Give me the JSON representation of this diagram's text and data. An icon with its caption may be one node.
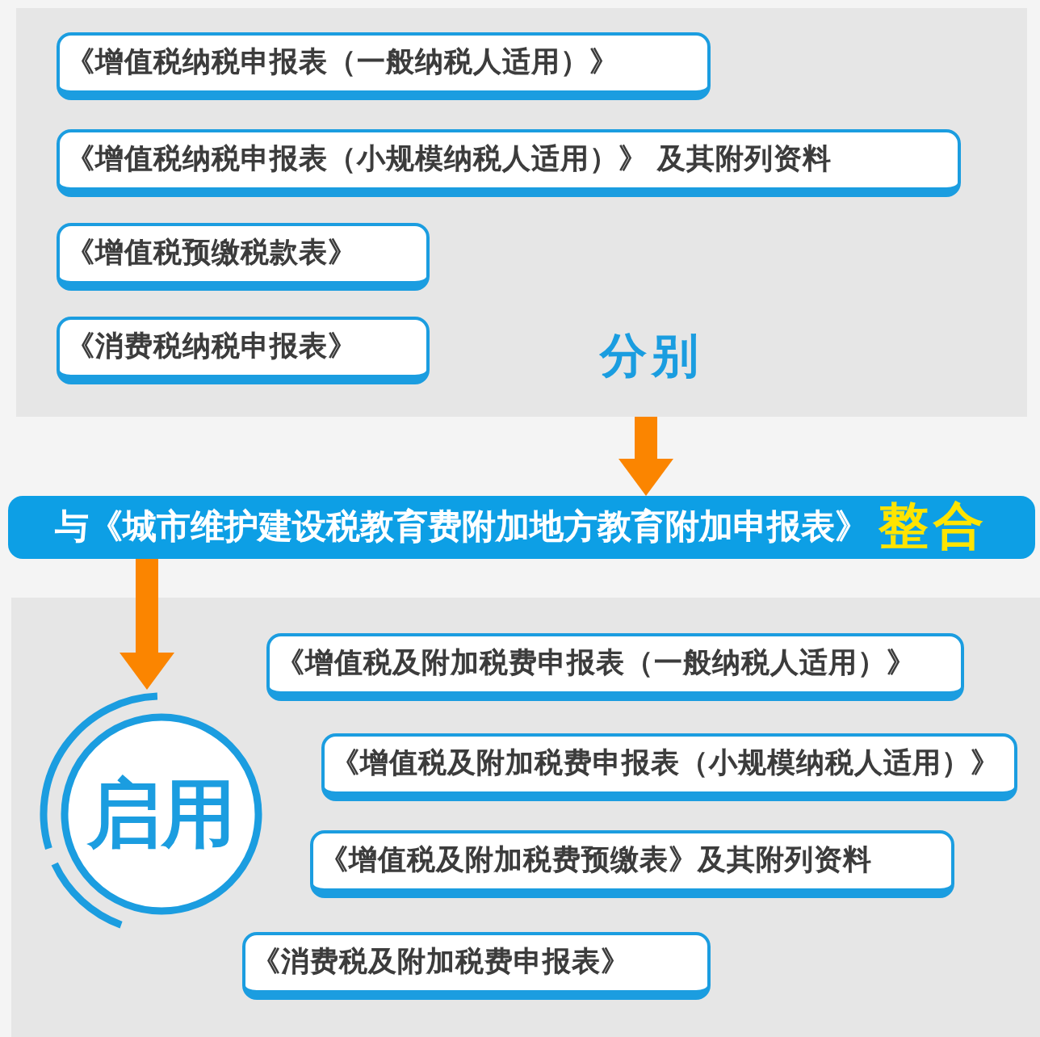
{
  "diagram": {
    "nodes": [
      {
        "text": [],
        "shape": "box"
      },
      {
        "text": [
          "《增值税纳税申报表（一般纳税人适用）》"
        ],
        "in": 0
      },
      {
        "text": [
          "《增值税纳税申报表（小规模纳税人适用）》 及其附列资料"
        ],
        "in": 0
      },
      {
        "text": [
          "《增值税预缴税款表》"
        ],
        "in": 0
      },
      {
        "text": [
          "《消费税纳税申报表》"
        ],
        "in": 0
      },
      {
        "text": [
          "与《城市维护建设税教育费附加地方教育附加申报表》",
          "整合"
        ]
      },
      {
        "text": [],
        "shape": "box"
      },
      {
        "text": [
          "启用"
        ],
        "in": 6
      },
      {
        "text": [
          "《增值税及附加税费申报表（一般纳税人适用）》"
        ],
        "in": 6
      },
      {
        "text": [
          "《增值税及附加税费申报表（小规模纳税人适用）》"
        ],
        "in": 6
      },
      {
        "text": [
          "《增值税及附加税费预缴表》及其附列资料"
        ],
        "in": 6
      },
      {
        "text": [
          "《消费税及附加税费申报表》"
        ],
        "in": 6
      }
    ],
    "edges": [
      {
        "from": 0,
        "to": 5,
        "arrow": "to",
        "label": "分别"
      },
      {
        "from": 5,
        "to": 7,
        "arrow": "to"
      }
    ]
  }
}
